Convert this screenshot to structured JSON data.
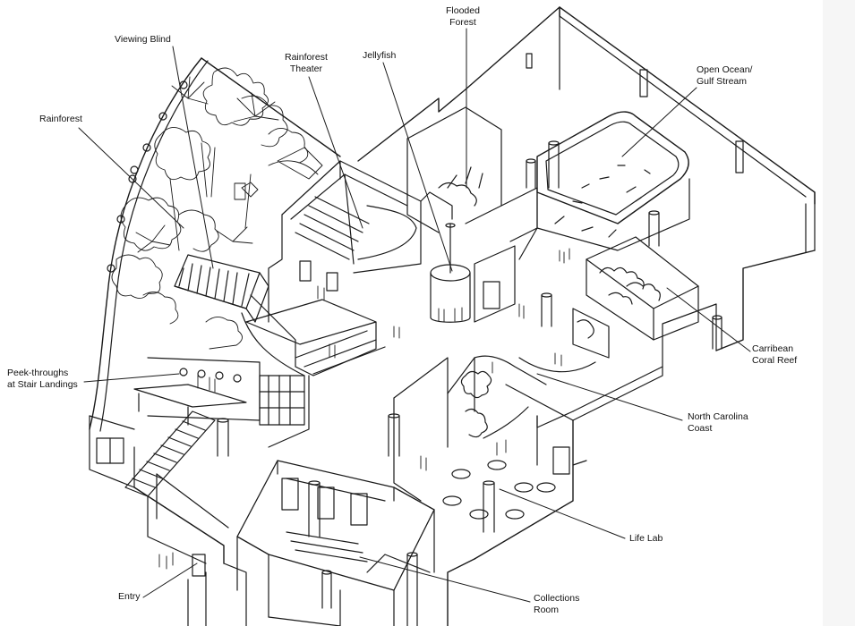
{
  "labels": {
    "flooded_forest": [
      "Flooded",
      "Forest"
    ],
    "viewing_blind": [
      "Viewing Blind"
    ],
    "rainforest_theater": [
      "Rainforest",
      "Theater"
    ],
    "jellyfish": [
      "Jellyfish"
    ],
    "open_ocean": [
      "Open Ocean/",
      "Gulf Stream"
    ],
    "rainforest": [
      "Rainforest"
    ],
    "peek_throughs": [
      "Peek-throughs",
      "at Stair Landings"
    ],
    "carribean": [
      "Carribean",
      "Coral Reef"
    ],
    "nc_coast": [
      "North Carolina",
      "Coast"
    ],
    "life_lab": [
      "Life Lab"
    ],
    "entry": [
      "Entry"
    ],
    "collections": [
      "Collections",
      "Room"
    ]
  },
  "colors": {
    "ink": "#1a1a1a",
    "paper": "#ffffff"
  }
}
